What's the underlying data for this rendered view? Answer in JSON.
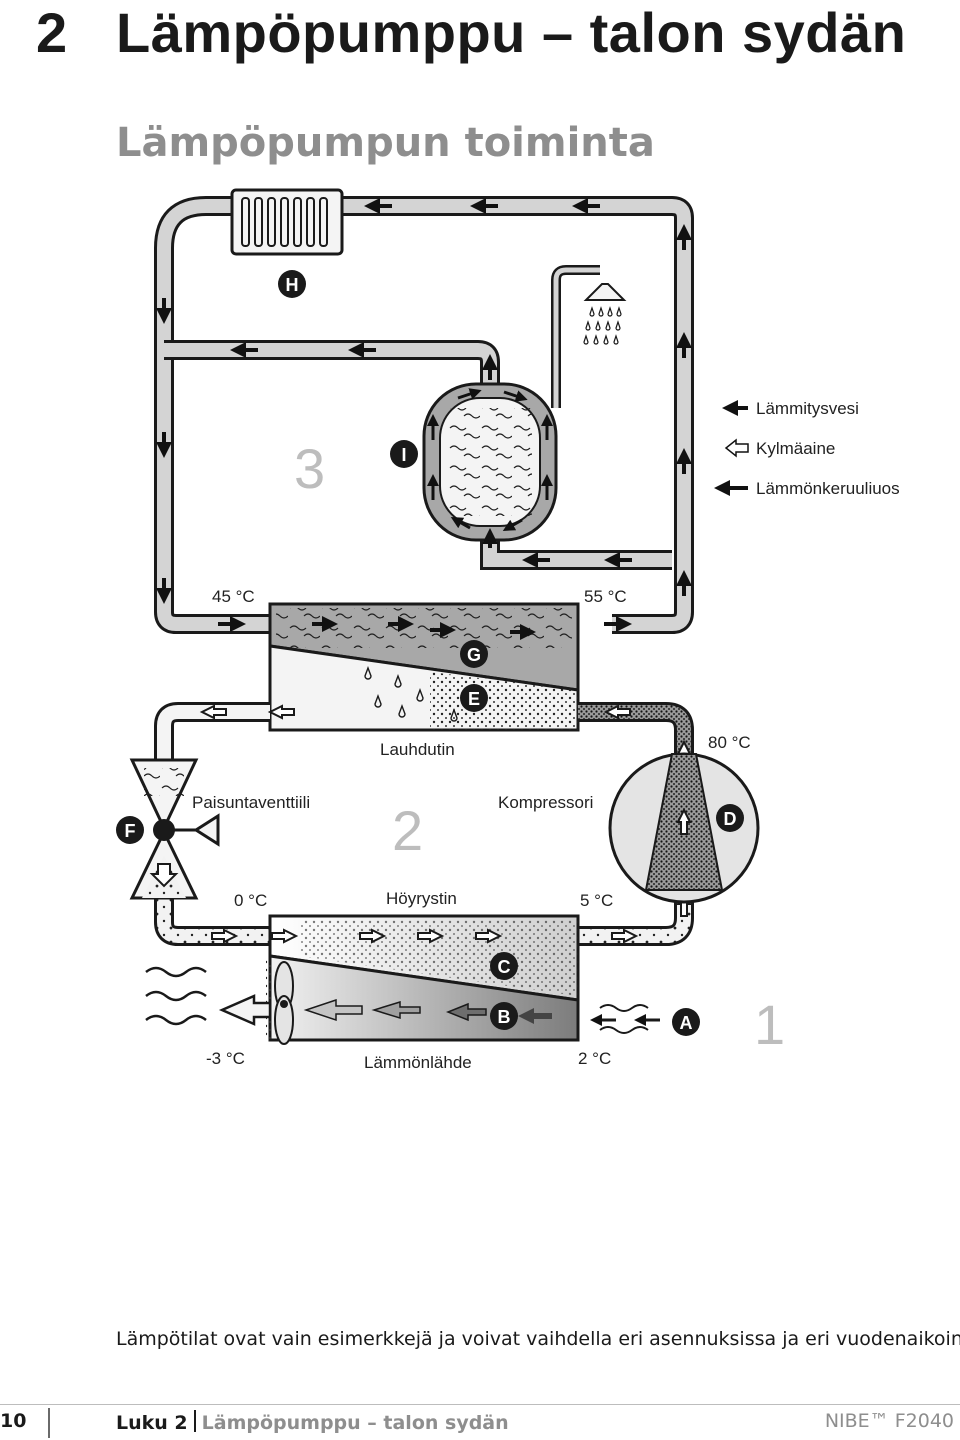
{
  "header": {
    "chapter_number": "2",
    "chapter_title": "Lämpöpumppu – talon sydän",
    "section_title": "Lämpöpumpun toiminta"
  },
  "diagram": {
    "legend": {
      "heating_water": "Lämmitysvesi",
      "refrigerant": "Kylmäaine",
      "brine": "Lämmönkeruuliuos"
    },
    "section_numbers": {
      "one": "1",
      "two": "2",
      "three": "3"
    },
    "markers": {
      "A": "A",
      "B": "B",
      "C": "C",
      "D": "D",
      "E": "E",
      "F": "F",
      "G": "G",
      "H": "H",
      "I": "I"
    },
    "labels": {
      "condenser": "Lauhdutin",
      "expansion_valve": "Paisuntaventtiili",
      "compressor": "Kompressori",
      "evaporator": "Höyrystin",
      "heat_source": "Lämmönlähde"
    },
    "temperatures": {
      "t45": "45 °C",
      "t55": "55 °C",
      "t80": "80 °C",
      "t0": "0 °C",
      "t5": "5 °C",
      "tm3": "-3 °C",
      "t2": "2 °C"
    }
  },
  "caption": "Lämpötilat ovat vain esimerkkejä ja voivat vaihdella eri asennuksissa ja eri vuodenaikoina.",
  "footer": {
    "page_number": "10",
    "chapter_label": "Luku 2",
    "chapter_name": "Lämpöpumppu – talon sydän",
    "product": "NIBE™ F2040"
  }
}
